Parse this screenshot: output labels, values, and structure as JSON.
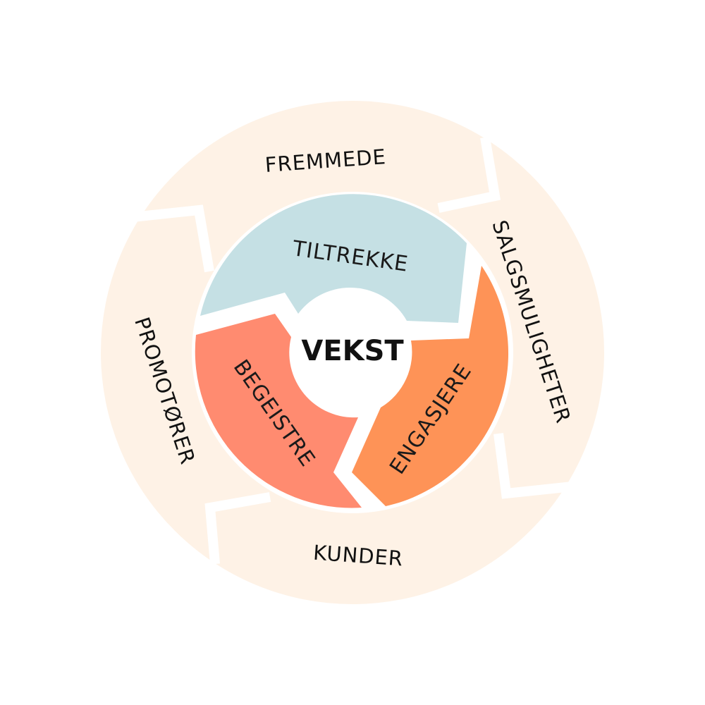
{
  "center": {
    "label": "VEKST"
  },
  "inner_stages": [
    {
      "key": "tiltrekke",
      "label": "TILTREKKE",
      "color": "#c5e0e4"
    },
    {
      "key": "engasjere",
      "label": "ENGASJERE",
      "color": "#fe9357"
    },
    {
      "key": "begeistre",
      "label": "BEGEISTRE",
      "color": "#ff8b70"
    }
  ],
  "outer_stages": [
    {
      "key": "fremmede",
      "label": "FREMMEDE"
    },
    {
      "key": "salgsmuligheter",
      "label": "SALGSMULIGHETER"
    },
    {
      "key": "kunder",
      "label": "KUNDER"
    },
    {
      "key": "promotorer",
      "label": "PROMOTØRER"
    }
  ],
  "colors": {
    "outer_ring": "#fef2e6",
    "outer_fill": "#fef3e7",
    "separator": "#ffffff",
    "text": "#111111"
  }
}
